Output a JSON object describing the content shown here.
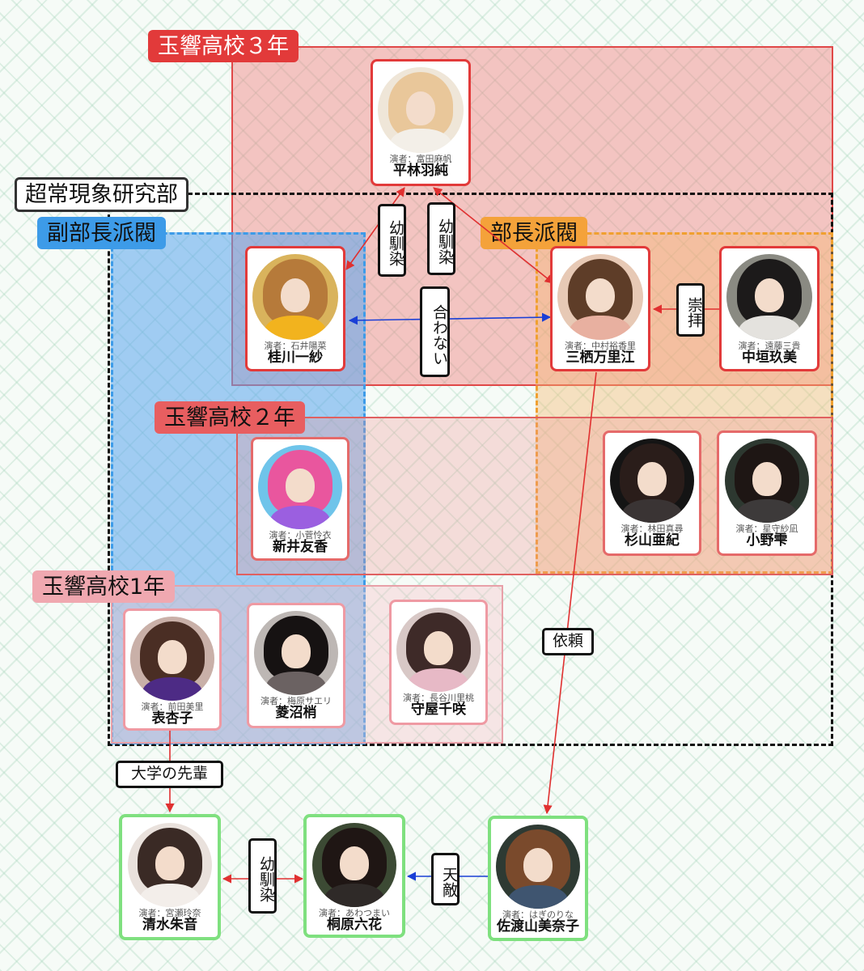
{
  "groups": {
    "year3": "玉響高校３年",
    "club": "超常現象研究部",
    "vice": "副部長派閥",
    "president": "部長派閥",
    "year2": "玉響高校２年",
    "year1": "玉響高校1年"
  },
  "characters": {
    "hirabayashi": {
      "name": "平林羽純",
      "actor": "演者：富田麻帆"
    },
    "katsurakawa": {
      "name": "桂川一紗",
      "actor": "演者：石井陽菜"
    },
    "mitsurugi": {
      "name": "三栖万里江",
      "actor": "演者：中村裕香里"
    },
    "nakagaki": {
      "name": "中垣玖美",
      "actor": "演者：遠藤三貴"
    },
    "arai": {
      "name": "新井友香",
      "actor": "演者：小菅怜衣"
    },
    "sugiyama": {
      "name": "杉山亜紀",
      "actor": "演者：林田真尋"
    },
    "ono": {
      "name": "小野雫",
      "actor": "演者：星守紗凪"
    },
    "omote": {
      "name": "表杏子",
      "actor": "演者：前田美里"
    },
    "hishinuma": {
      "name": "菱沼梢",
      "actor": "演者：梅原サエリ"
    },
    "moriya": {
      "name": "守屋千咲",
      "actor": "演者：長谷川里桃"
    },
    "shimizu": {
      "name": "清水朱音",
      "actor": "演者：宮瀬玲奈"
    },
    "kirihara": {
      "name": "桐原六花",
      "actor": "演者：あわつまい"
    },
    "sadoyama": {
      "name": "佐渡山美奈子",
      "actor": "演者：はぎのりな"
    }
  },
  "relations": {
    "childhood_a": "幼馴染",
    "childhood_b": "幼馴染",
    "incompatible": "合わない",
    "worship": "崇拝",
    "request": "依頼",
    "senior": "大学の先輩",
    "childhood_c": "幼馴染",
    "rival": "天敵"
  },
  "colors": {
    "year3": "#e23a3a",
    "vice": "#3d9be8",
    "president": "#f4a23a",
    "year1": "#f0a8b0",
    "outside": "#7fe07f",
    "arrow_red": "#e03030",
    "arrow_blue": "#1a3fd6"
  }
}
